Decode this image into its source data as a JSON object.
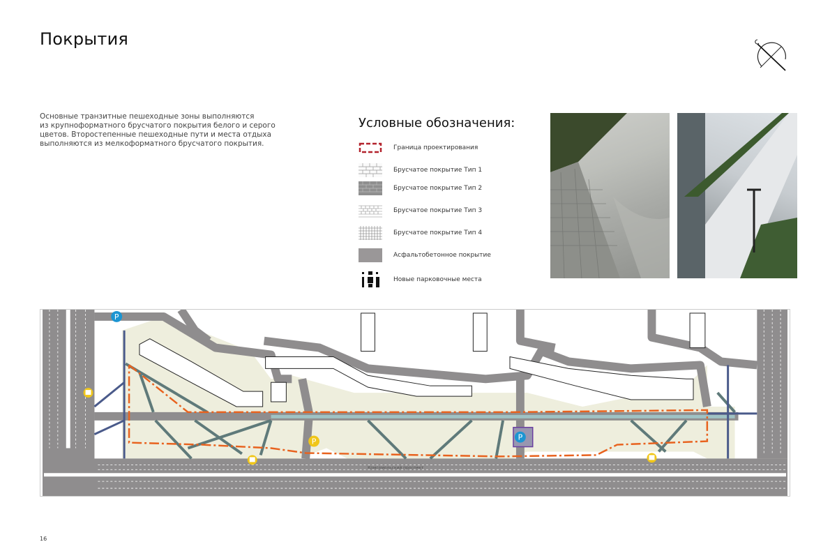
{
  "page": {
    "title": "Покрытия",
    "page_number": "16"
  },
  "intro": {
    "lines": [
      "Основные транзитные  пешеходные  зоны  выполняются",
      "из крупноформатного  брусчатого  покрытия  белого и серого",
      "цветов.  Второстепенные пешеходные   пути и места отдыха",
      "выполняются  из мелкоформатного  брусчатого  покрытия."
    ]
  },
  "legend": {
    "title": "Условные обозначения:",
    "items": [
      {
        "label": "Граница проектирования",
        "icon": "dashed-boundary-icon"
      },
      {
        "label": "Брусчатое покрытие Тип 1",
        "icon": "paving-type1-icon"
      },
      {
        "label": "Брусчатое покрытие  Тип 2",
        "icon": "paving-type2-icon"
      },
      {
        "label": "Брусчатое покрытие  Тип 3",
        "icon": "paving-type3-icon"
      },
      {
        "label": "Брусчатое покрытие  Тип 4",
        "icon": "paving-type4-icon"
      },
      {
        "label": "Асфальтобетонное покрытие",
        "icon": "asphalt-icon"
      },
      {
        "label": "Новые парковочные места",
        "icon": "parking-spaces-icon"
      }
    ]
  },
  "map": {
    "street_label": "Комсомольский проспект",
    "parking_label": "P",
    "colors": {
      "road": "#8f8d8e",
      "green": "#eeeedd",
      "boundary": "#e8621e",
      "path": "#5f7a7a",
      "parking_blue": "#1c95d2",
      "parking_yellow": "#f0c619"
    }
  }
}
